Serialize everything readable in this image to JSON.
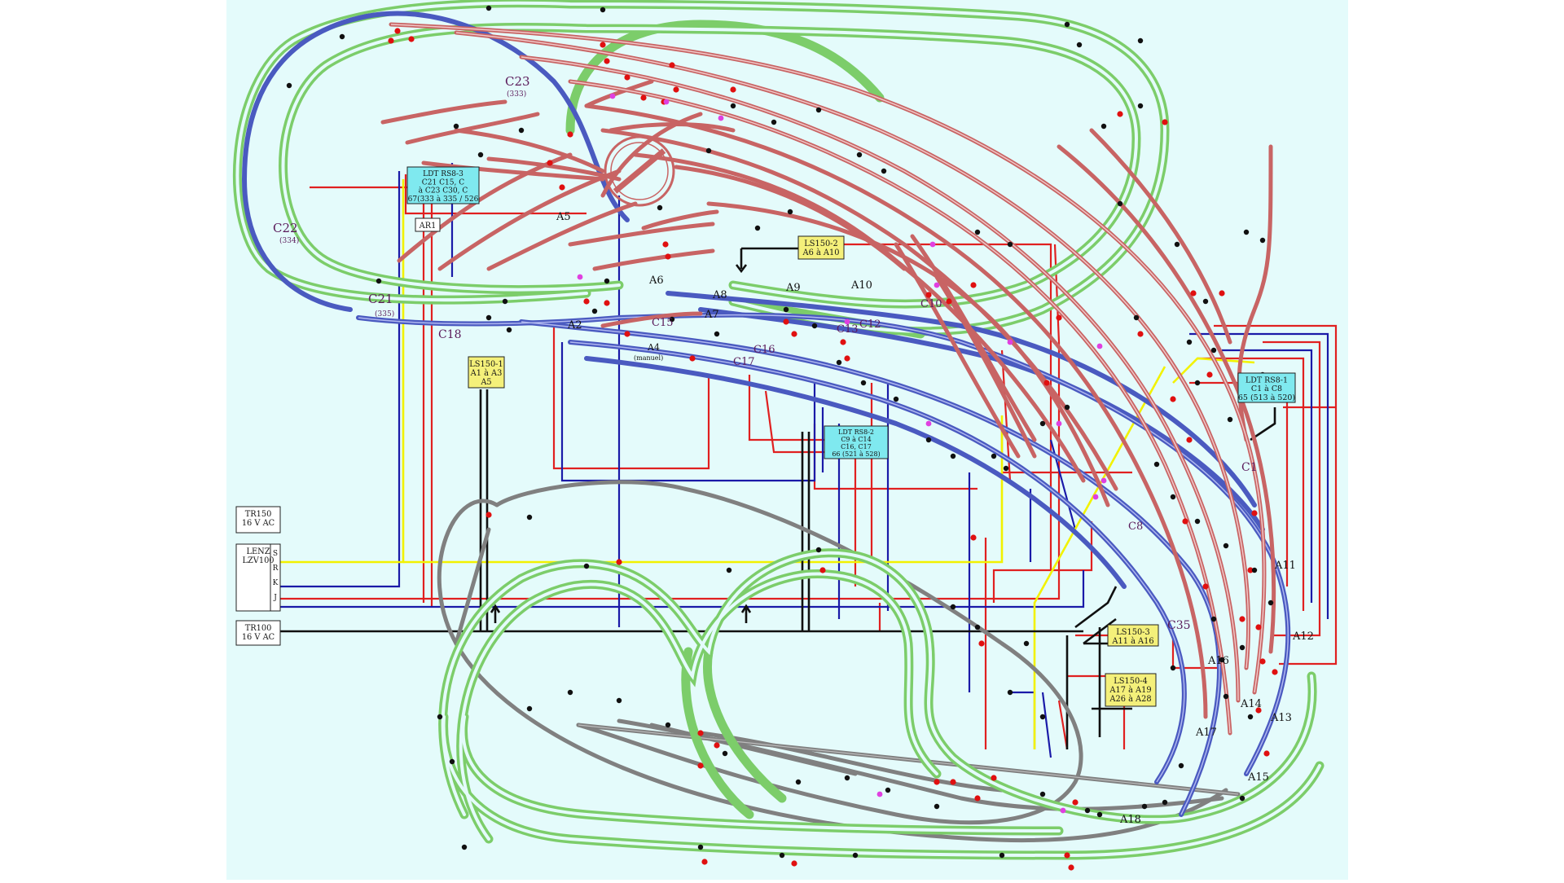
{
  "colors": {
    "background": "#e4fbfb",
    "frame": "#ffffff",
    "green_track": "#7ccd6a",
    "green_track_core": "#e4fbfb",
    "red_track": "#c86464",
    "blue_track": "#4a5ac0",
    "grey_track": "#808080",
    "wire_red": "#e02020",
    "wire_blue": "#1a1aa8",
    "wire_yellow": "#f2f200",
    "wire_black": "#101010",
    "module_cyan": "#7fe9ef",
    "module_yellow": "#f4f07a",
    "label_purple": "#5a1a5a"
  },
  "modules": [
    {
      "id": "ldt-rs8-3",
      "color": "cyan",
      "lines": [
        "LDT RS8-3",
        "C21     C15, C",
        "à C23   C30, C",
        "67(333 à 335 / 526"
      ]
    },
    {
      "id": "ar1",
      "color": "white",
      "lines": [
        "AR1"
      ]
    },
    {
      "id": "ls150-2",
      "color": "yellow",
      "lines": [
        "LS150-2",
        "A6 à A10"
      ]
    },
    {
      "id": "ls150-1",
      "color": "yellow",
      "lines": [
        "LS150-1",
        "A1 à A3",
        "A5"
      ]
    },
    {
      "id": "ldt-rs8-2",
      "color": "cyan",
      "lines": [
        "LDT RS8-2",
        "C9 à C14",
        "C16, C17",
        "66  (521 à 528)"
      ]
    },
    {
      "id": "ldt-rs8-1",
      "color": "cyan",
      "lines": [
        "LDT RS8-1",
        "C1 à C8",
        "65 (513 à 520)"
      ]
    },
    {
      "id": "ls150-3",
      "color": "yellow",
      "lines": [
        "LS150-3",
        "A11 à A16"
      ]
    },
    {
      "id": "ls150-4",
      "color": "yellow",
      "lines": [
        "LS150-4",
        "A17 à A19",
        "A26 à A28"
      ]
    },
    {
      "id": "tr150",
      "color": "white",
      "lines": [
        "TR150",
        "16 V   AC"
      ]
    },
    {
      "id": "lenz",
      "color": "white",
      "lines": [
        "LENZ",
        "LZV100"
      ],
      "terminals": [
        "S",
        "R",
        "K",
        "J"
      ]
    },
    {
      "id": "tr100",
      "color": "white",
      "lines": [
        "TR100",
        "16 V   AC"
      ]
    }
  ],
  "labels": {
    "c23": "C23",
    "c23_sub": "(333)",
    "c22": "C22",
    "c22_sub": "(334)",
    "c21": "C21",
    "c21_sub": "(335)",
    "c18": "C18",
    "c15": "C15",
    "c16": "C16",
    "c17": "C17",
    "c13": "C13",
    "c12": "C12",
    "c10": "C10",
    "c8": "C8",
    "c1": "C1",
    "c35": "C35",
    "a2": "A2",
    "a5": "A5",
    "a6": "A6",
    "a7": "A7",
    "a8": "A8",
    "a9": "A9",
    "a10": "A10",
    "a11": "A11",
    "a13": "A13",
    "a14": "A14",
    "a15": "A15",
    "a16": "A16",
    "a17": "A17",
    "a18": "A18",
    "a12": "A12",
    "a4": "A4",
    "a4_sub": "(manuel)"
  }
}
